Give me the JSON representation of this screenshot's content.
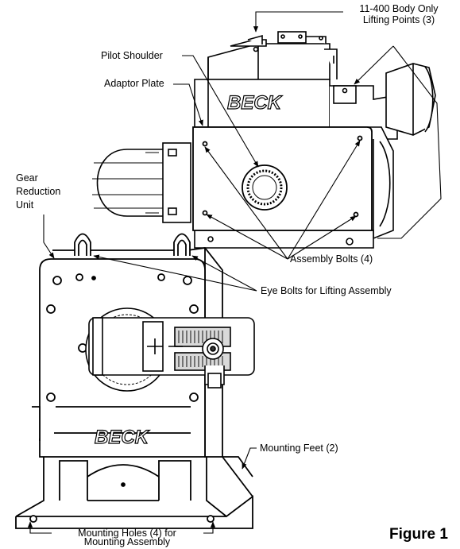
{
  "labels": {
    "lifting_points_line1": "11-400 Body Only",
    "lifting_points_line2": "Lifting Points (3)",
    "pilot_shoulder": "Pilot Shoulder",
    "adaptor_plate": "Adaptor Plate",
    "gear_reduction_line1": "Gear",
    "gear_reduction_line2": "Reduction",
    "gear_reduction_line3": "Unit",
    "assembly_bolts": "Assembly Bolts (4)",
    "eye_bolts": "Eye Bolts for Lifting Assembly",
    "mounting_feet": "Mounting Feet (2)",
    "mounting_holes_line1": "Mounting Holes (4) for",
    "mounting_holes_line2": "Mounting Assembly",
    "figure": "Figure 1"
  },
  "brand": {
    "upper": "BECK",
    "lower": "BECK"
  },
  "colors": {
    "line": "#000000",
    "background": "#ffffff",
    "shade": "#d9d9d9",
    "dark": "#333333"
  }
}
